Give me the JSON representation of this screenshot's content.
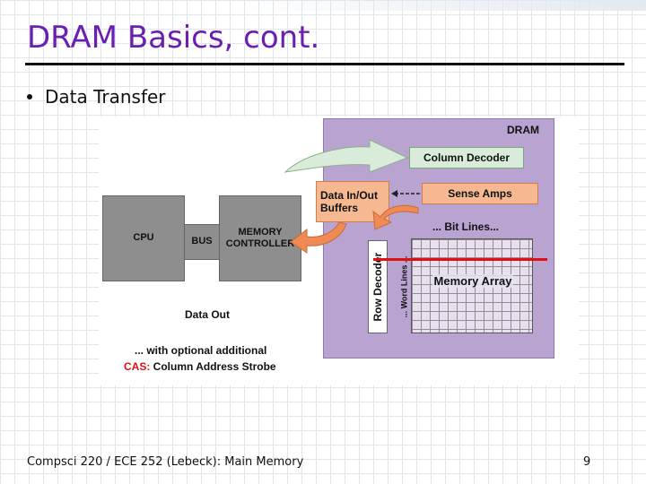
{
  "slide": {
    "title": "DRAM Basics, cont.",
    "bullet": "Data Transfer",
    "footer": "Compsci 220 / ECE 252 (Lebeck): Main Memory",
    "page_number": "9"
  },
  "diagram": {
    "dram_label": "DRAM",
    "cpu": "CPU",
    "bus": "BUS",
    "memory_controller": "MEMORY CONTROLLER",
    "column_decoder": "Column Decoder",
    "sense_amps": "Sense Amps",
    "buffers": "Data In/Out Buffers",
    "bit_lines": "... Bit Lines...",
    "row_decoder": "Row Decoder",
    "word_lines": "... Word Lines ...",
    "memory_array": "Memory Array",
    "data_out": "Data Out",
    "optional_note": "... with optional additional",
    "cas_abbrev": "CAS:",
    "cas_full": " Column Address Strobe"
  },
  "colors": {
    "title": "#6a1fb0",
    "dram_bg": "#b9a3d1",
    "box_gray": "#8e8e8e",
    "orange": "#f5b890",
    "arrow_green": "#d9ecd9",
    "arrow_orange": "#ef8a55",
    "highlight_red": "#e01010"
  }
}
